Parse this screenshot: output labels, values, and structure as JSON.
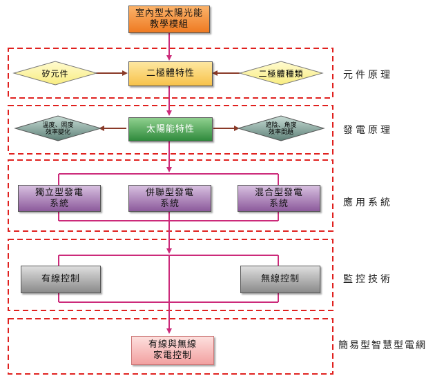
{
  "top": {
    "line1": "室內型太陽光能",
    "line2": "教學模組"
  },
  "sections": {
    "s1": {
      "label": "元件原理"
    },
    "s2": {
      "label": "發電原理"
    },
    "s3": {
      "label": "應用系統"
    },
    "s4": {
      "label": "監控技術"
    },
    "s5": {
      "label": "簡易型智慧型電網"
    }
  },
  "row1": {
    "left_diamond": "矽元件",
    "center": "二極體特性",
    "right_diamond": "二極體種類"
  },
  "row2": {
    "left_diamond": {
      "line1": "溫度、照度",
      "line2": "效率變化"
    },
    "center": "太陽能特性",
    "right_diamond": {
      "line1": "遮陰、角度",
      "line2": "效率問題"
    }
  },
  "row3": {
    "left": {
      "line1": "獨立型發電",
      "line2": "系統"
    },
    "middle": {
      "line1": "併聯型發電",
      "line2": "系統"
    },
    "right": {
      "line1": "混合型發電",
      "line2": "系統"
    }
  },
  "row4": {
    "left": "有線控制",
    "right": "無線控制"
  },
  "row5": {
    "line1": "有線與無線",
    "line2": "家電控制"
  },
  "colors": {
    "dashed_border": "#e0201e",
    "connector_magenta": "#cc2a7a",
    "arrow_brown": "#8a3a28",
    "top_box": "#f4862e",
    "row1_center": "#fbd46a",
    "row1_diamonds": "#fbf4a0",
    "row2_center": "#3d9a4a",
    "row2_diamonds": "#6b8a80",
    "row3_boxes": "#9a6aa8",
    "row4_boxes": "#9a9a9a",
    "row5_box": "#f5a8a8"
  }
}
